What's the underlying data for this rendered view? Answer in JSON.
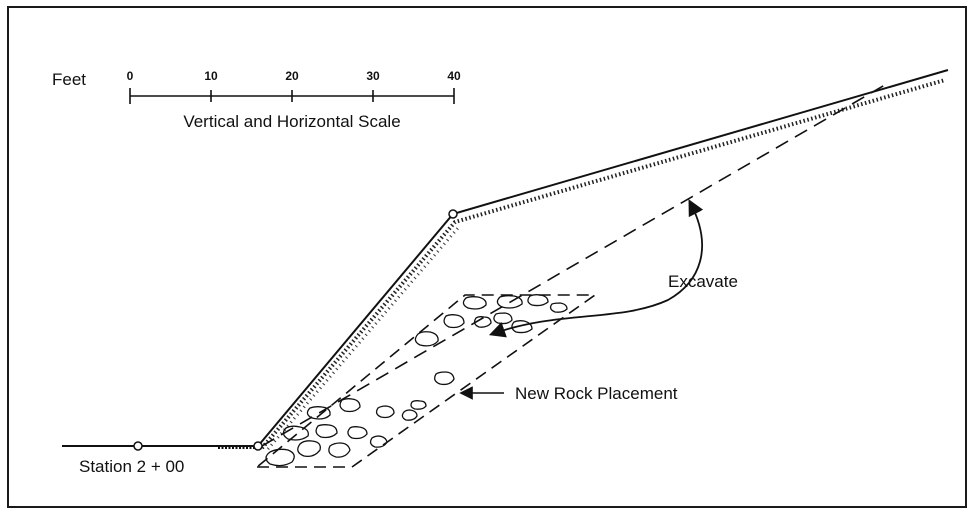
{
  "scale": {
    "unit_label": "Feet",
    "ticks": [
      "0",
      "10",
      "20",
      "30",
      "40"
    ],
    "caption": "Vertical and Horizontal Scale"
  },
  "labels": {
    "station": "Station 2 + 00",
    "excavate": "Excavate",
    "rock_placement": "New Rock Placement"
  },
  "colors": {
    "ink": "#111111",
    "background": "#ffffff"
  }
}
